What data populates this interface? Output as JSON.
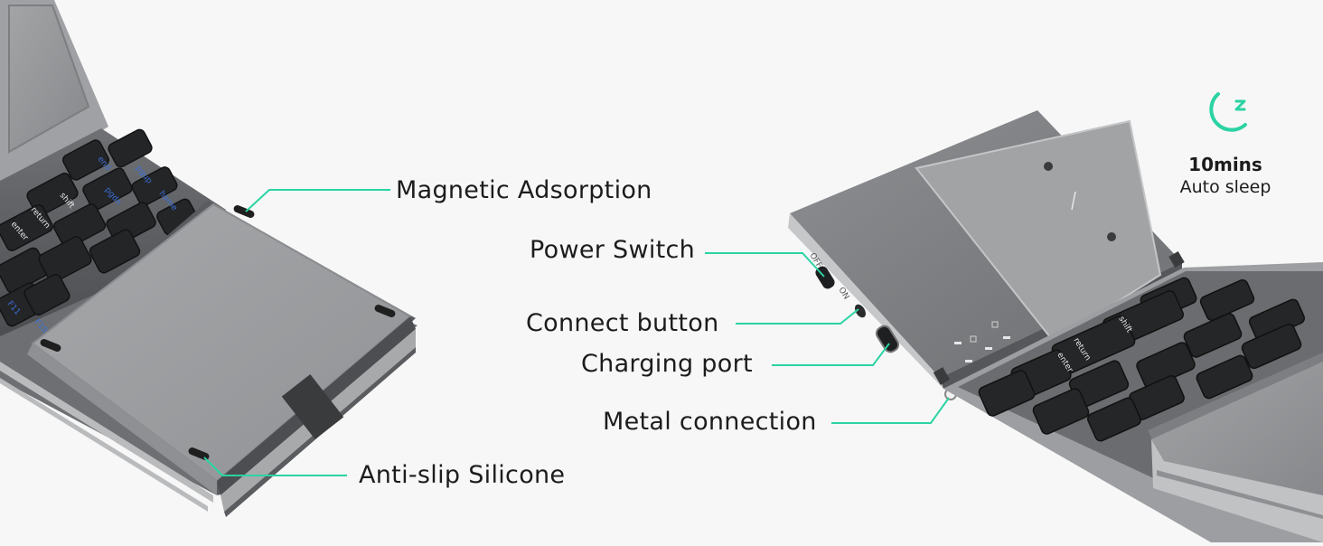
{
  "colors": {
    "accent": "#2bd3a3",
    "background": "#f7f7f7",
    "text": "#1c1c1c",
    "metal_light": "#a9abad",
    "metal_dark": "#5c5e61",
    "keycap": "#2a2b2d",
    "key_label_blue": "#3b6fd8"
  },
  "callouts": {
    "magnetic": "Magnetic Adsorption",
    "anti_slip": "Anti-slip Silicone",
    "power": "Power Switch",
    "connect": "Connect button",
    "charging": "Charging port",
    "metal": "Metal connection"
  },
  "sleep": {
    "icon": "moon-zz-icon",
    "time": "10mins",
    "label": "Auto sleep"
  },
  "product_labels": {
    "switch_off": "OFF",
    "switch_on": "ON",
    "key_end": "end",
    "key_home": "home",
    "key_pgup": "pgup",
    "key_pgdn": "pgdn",
    "key_shift": "shift",
    "key_enter": "enter",
    "key_return": "return",
    "key_fn1": "F11",
    "key_fn2": "F10"
  }
}
